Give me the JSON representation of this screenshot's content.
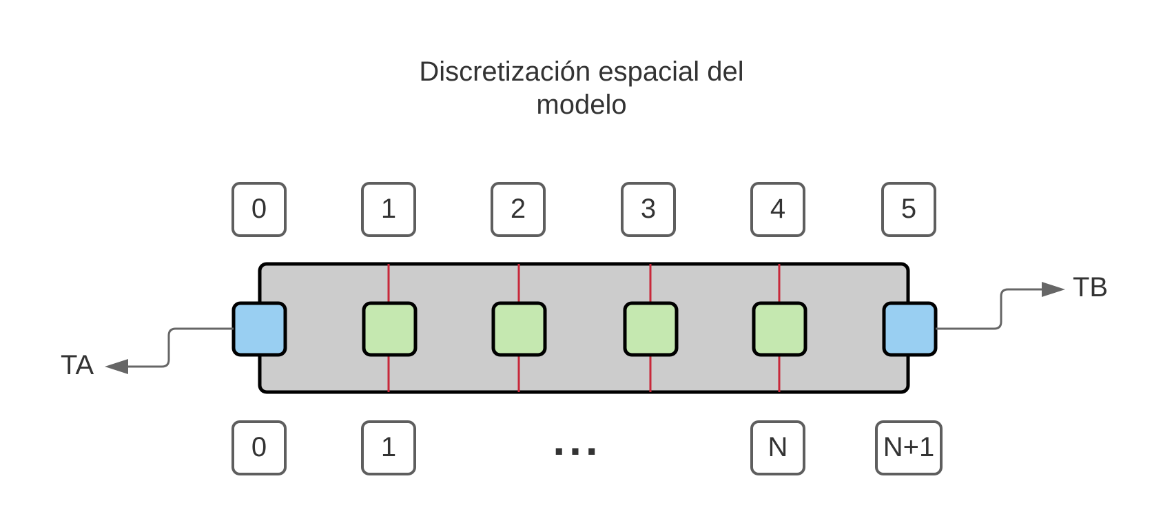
{
  "title": {
    "line1": "Discretización espacial del",
    "line2": "modelo"
  },
  "top_labels": [
    "0",
    "1",
    "2",
    "3",
    "4",
    "5"
  ],
  "bottom_labels": [
    "0",
    "1",
    "N",
    "N+1"
  ],
  "ellipsis": "...",
  "left_output": "TA",
  "right_output": "TB",
  "colors": {
    "bar_fill": "#cccccc",
    "boundary_node": "#99cff2",
    "interior_node": "#c5e8b0",
    "divider": "#c8283a",
    "label_border": "#5e5e5e",
    "arrow": "#666666"
  }
}
